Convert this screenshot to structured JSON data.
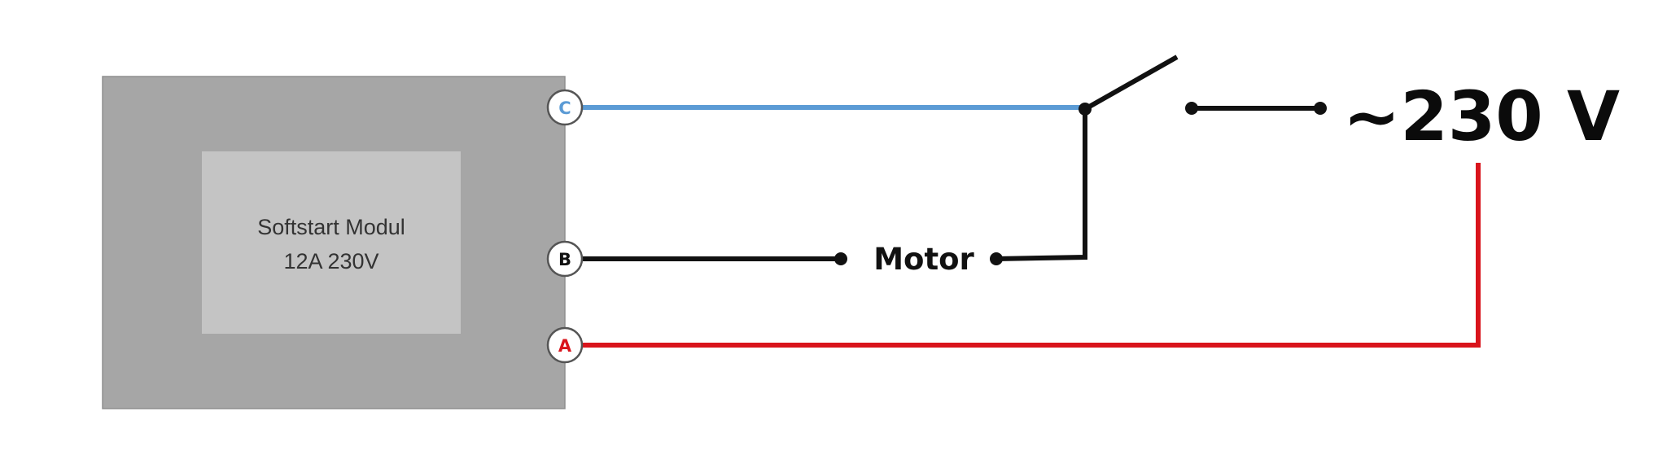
{
  "module": {
    "line1": "Softstart Modul",
    "line2": "12A 230V"
  },
  "terminals": {
    "c": "C",
    "b": "B",
    "a": "A"
  },
  "motor": {
    "label": "Motor"
  },
  "supply": {
    "label": "~230 V"
  },
  "colors": {
    "module_outer": "#a6a6a6",
    "module_inner": "#c4c4c4",
    "wire_c": "#5b9bd5",
    "wire_b": "#111111",
    "wire_a": "#d9141c"
  }
}
